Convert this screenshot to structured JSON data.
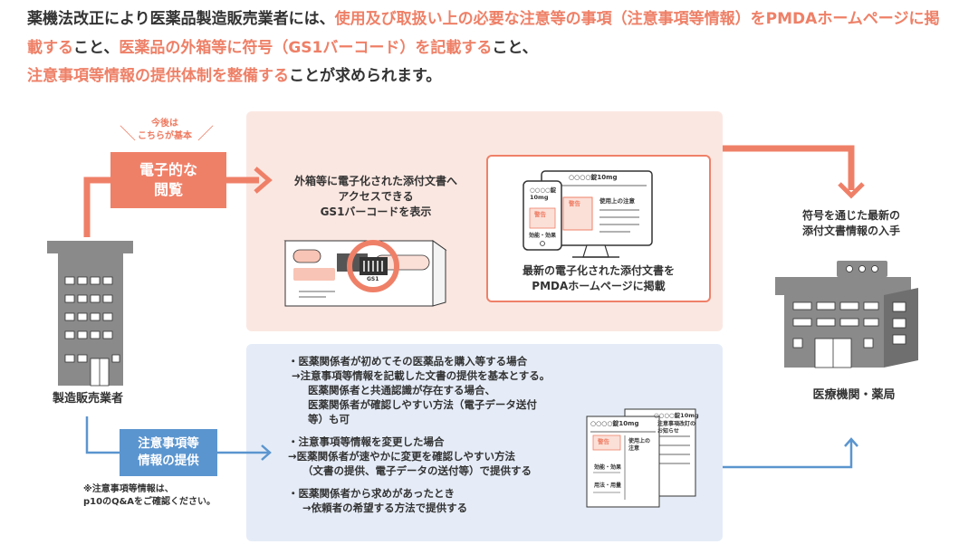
{
  "intro": {
    "segments": [
      {
        "text": "薬機法改正により医薬品製造販売業者には、",
        "highlight": false
      },
      {
        "text": "使用及び取扱い上の必要な注意等の事項（注意事項等情報）をPMDAホームページに掲載する",
        "highlight": true
      },
      {
        "text": "こと、",
        "highlight": false
      },
      {
        "text": "医薬品の外箱等に符号（GS1バーコード）を記載する",
        "highlight": true
      },
      {
        "text": "こと、",
        "highlight": false
      },
      {
        "text": "注意事項等情報の提供体制を整備する",
        "highlight": true
      },
      {
        "text": "ことが求められます。",
        "highlight": false
      }
    ]
  },
  "colors": {
    "accent_orange": "#ef8068",
    "accent_blue": "#5b95cf",
    "panel_pink": "#fbe7e1",
    "panel_blue": "#e5ecf7",
    "building_gray": "#8a8a8a"
  },
  "base_note": {
    "line1": "今後は",
    "line2": "こちらが基本"
  },
  "electronic": {
    "line1": "電子的な",
    "line2": "閲覧"
  },
  "manufacturer_label": "製造販売業者",
  "box_caption": {
    "line1": "外箱等に電子化された添付文書へ",
    "line2": "アクセスできる",
    "line3": "GS1バーコードを表示"
  },
  "web_caption": {
    "line1": "最新の電子化された添付文書を",
    "line2": "PMDAホームページに掲載"
  },
  "device_text": {
    "monitor_title": "○○○○錠10mg",
    "tablet_title_1": "○○○○錠",
    "tablet_title_2": "10mg",
    "warning": "警告",
    "usage_caution": "使用上の注意",
    "efficacy": "効能・効果"
  },
  "facility": {
    "caption_line1": "符号を通じた最新の",
    "caption_line2": "添付文書情報の入手",
    "label": "医療機関・薬局"
  },
  "info_provision": {
    "line1": "注意事項等",
    "line2": "情報の提供"
  },
  "footnote": {
    "line1": "※注意事項等情報は、",
    "line2": "p10のQ&Aをご確認ください。"
  },
  "bullets": [
    {
      "lines": [
        "・医薬関係者が初めてその医薬品を購入等する場合",
        "→注意事項等情報を記載した文書の提供を基本とする。",
        "医薬関係者と共通認識が存在する場合、",
        "医薬関係者が確認しやすい方法（電子データ送付",
        "等）も可"
      ]
    },
    {
      "lines": [
        "・注意事項等情報を変更した場合",
        "→医薬関係者が速やかに変更を確認しやすい方法",
        "（文書の提供、電子データの送付等）で提供する"
      ]
    },
    {
      "lines": [
        "・医薬関係者から求めがあったとき",
        "→依頼者の希望する方法で提供する"
      ]
    }
  ],
  "doc_text": {
    "front_title": "○○○○錠10mg",
    "front_warning": "警告",
    "front_caution_1": "使用上の",
    "front_caution_2": "注意",
    "front_efficacy": "効能・効果",
    "front_dosage": "用法・用量",
    "back_title": "○○○○錠10mg",
    "back_revision_1": "注意事項改訂の",
    "back_revision_2": "お知らせ"
  },
  "barcode_text": "GS1"
}
